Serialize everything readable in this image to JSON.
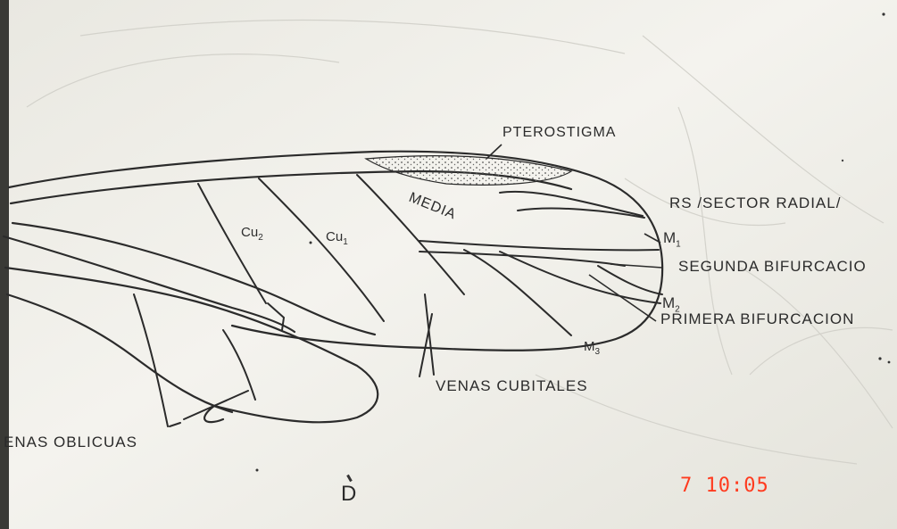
{
  "diagram": {
    "labels": {
      "pterostigma": "PTEROSTIGMA",
      "media": "MEDIA",
      "rs": "RS /SECTOR RADIAL/",
      "m1": "M",
      "m1_sub": "1",
      "segunda": "SEGUNDA BIFURCACIO",
      "m2": "M",
      "m2_sub": "2",
      "primera": "PRIMERA BIFURCACION",
      "m3": "M",
      "m3_sub": "3",
      "cu2": "Cu",
      "cu2_sub": "2",
      "cu1": "Cu",
      "cu1_sub": "1",
      "venas_cubitales": "VENAS CUBITALES",
      "venas_oblicuas": "ENAS OBLICUAS",
      "figure_letter": "D"
    }
  },
  "camera_timestamp": "7 10:05",
  "colors": {
    "paper": "#f1f0ea",
    "ink": "#2b2b2b",
    "timestamp": "#ff3b1f"
  }
}
